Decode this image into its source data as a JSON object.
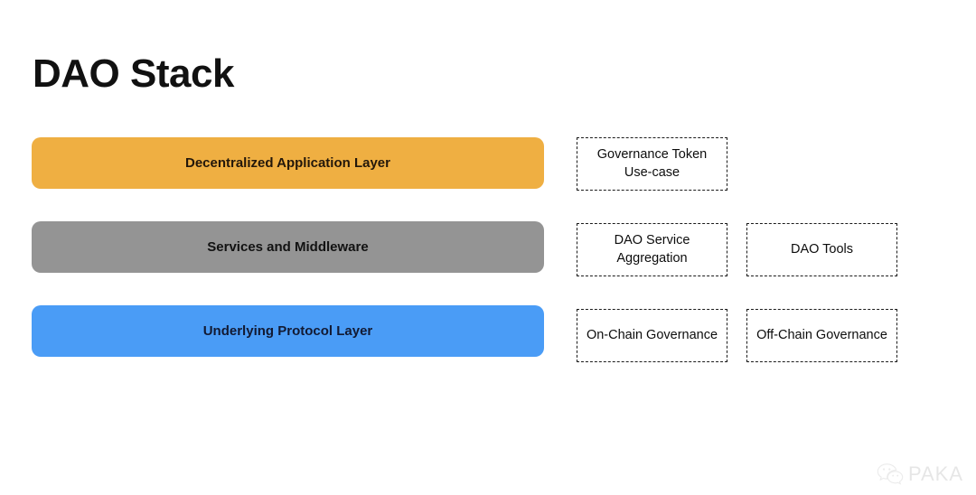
{
  "slide": {
    "title": "DAO Stack",
    "background_color": "#ffffff"
  },
  "layers": [
    {
      "label": "Decentralized Application Layer",
      "color": "#efaf42",
      "color_name": "orange"
    },
    {
      "label": "Services and Middleware",
      "color": "#949494",
      "color_name": "gray"
    },
    {
      "label": "Underlying Protocol Layer",
      "color": "#4a9cf6",
      "color_name": "blue"
    }
  ],
  "components": {
    "rows": [
      {
        "boxes": [
          {
            "label": "Governance Token Use-case",
            "visible": true
          },
          {
            "label": "",
            "visible": false
          }
        ]
      },
      {
        "boxes": [
          {
            "label": "DAO Service Aggregation",
            "visible": true
          },
          {
            "label": "DAO Tools",
            "visible": true
          }
        ]
      },
      {
        "boxes": [
          {
            "label": "On-Chain Governance",
            "visible": true
          },
          {
            "label": "Off-Chain Governance",
            "visible": true
          }
        ]
      }
    ]
  },
  "watermark": {
    "icon": "wechat-icon",
    "text": "PAKA",
    "color": "#b9b9b9"
  }
}
